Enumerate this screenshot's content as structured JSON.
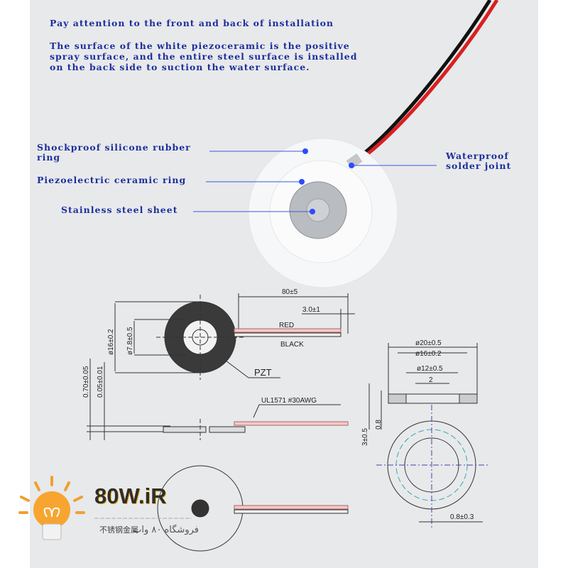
{
  "header": {
    "title": "Pay attention to the front and back of installation",
    "description_lines": [
      "The surface of the white piezoceramic is the positive",
      "spray surface, and the entire steel surface is installed",
      "on the back side to suction the water surface."
    ]
  },
  "callouts": {
    "rubber_ring": [
      "Shockproof silicone rubber",
      "ring"
    ],
    "ceramic_ring": "Piezoelectric ceramic ring",
    "steel_sheet": "Stainless steel sheet",
    "solder_joint": [
      "Waterproof",
      "solder joint"
    ]
  },
  "drawing_left": {
    "wire_length": "80±5",
    "strip_length": "3.0±1",
    "outer_diameter": "ø16±0.2",
    "inner_diameter": "ø7.8±0.5",
    "red_label": "RED",
    "black_label": "BLACK",
    "pzt_label": "PZT",
    "total_thickness": "0.70±0.05",
    "plate_thickness": "0.05±0.01",
    "wire_spec": "UL1571 #30AWG"
  },
  "drawing_right": {
    "outer_diameter": "ø20±0.5",
    "mid_diameter": "ø16±0.2",
    "inner_diameter": "ø12±0.5",
    "center_gap": "2",
    "height": "3±0.5",
    "wall": "0.8",
    "slot_width": "0.8±0.3"
  },
  "watermark": {
    "brand": "80W.iR",
    "subtitle": "فروشگاه ۸۰ وات",
    "cn_text": "不锈钢金属"
  },
  "colors": {
    "label_blue": "#1c2f9c",
    "callout_dot": "#2a4bff",
    "wire_red": "#d82020"
  }
}
